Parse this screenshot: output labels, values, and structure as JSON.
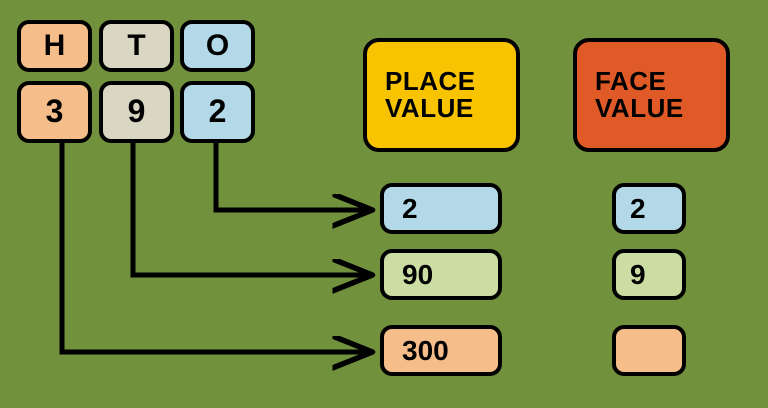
{
  "background_color": "#72913c",
  "place_chart": {
    "headers": [
      {
        "label": "H",
        "name": "hundreds",
        "color": "#f5bd8a"
      },
      {
        "label": "T",
        "name": "tens",
        "color": "#d9d6c3"
      },
      {
        "label": "O",
        "name": "ones",
        "color": "#b3d9e8"
      }
    ],
    "digits": [
      {
        "label": "3",
        "name": "hundreds",
        "color": "#f5bd8a"
      },
      {
        "label": "9",
        "name": "tens",
        "color": "#d9d6c3"
      },
      {
        "label": "2",
        "name": "ones",
        "color": "#b3d9e8"
      }
    ]
  },
  "columns": {
    "place_value": {
      "title_line1": "PLACE",
      "title_line2": "VALUE",
      "color": "#f8c300",
      "values": [
        {
          "label": "2",
          "color": "#b3d9e8"
        },
        {
          "label": "90",
          "color": "#cbdda2"
        },
        {
          "label": "300",
          "color": "#f5bd8a"
        }
      ]
    },
    "face_value": {
      "title_line1": "FACE",
      "title_line2": "VALUE",
      "color": "#e05a28",
      "values": [
        {
          "label": "2",
          "color": "#b3d9e8"
        },
        {
          "label": "9",
          "color": "#cbdda2"
        },
        {
          "label": "",
          "color": "#f5bd8a"
        }
      ]
    }
  },
  "connectors": {
    "stroke": "#000000",
    "arrows": [
      {
        "from": "ones-digit",
        "to": "place-value-2"
      },
      {
        "from": "tens-digit",
        "to": "place-value-90"
      },
      {
        "from": "hundreds-digit",
        "to": "place-value-300"
      }
    ]
  }
}
